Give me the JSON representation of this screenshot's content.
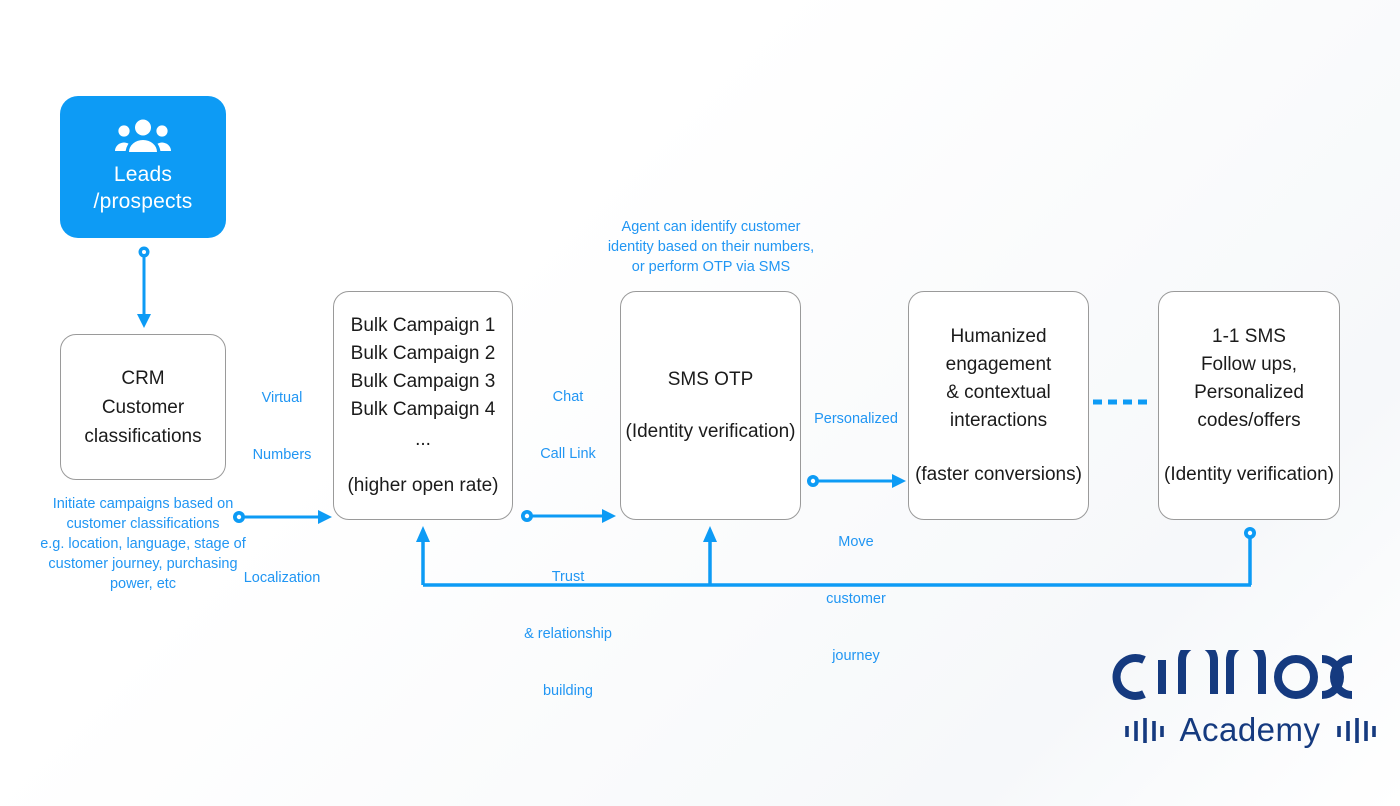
{
  "diagram": {
    "title": "CINNOX customer engagement journey flow",
    "colors": {
      "accent_blue": "#0d9bf5",
      "label_blue": "#2196f3",
      "box_border": "#9a9a9a",
      "box_text": "#1b1b1b",
      "logo_navy": "#153a7f",
      "background": "#ffffff"
    },
    "leads_card": {
      "icon": "people-group-icon",
      "line1": "Leads",
      "line2": "/prospects"
    },
    "nodes": [
      {
        "id": "crm",
        "lines": [
          "CRM",
          "Customer",
          "classifications"
        ],
        "sub": "",
        "caption": "Initiate campaigns based on customer classifications e.g. location, language, stage of customer journey, purchasing power, etc"
      },
      {
        "id": "bulk",
        "lines": [
          "Bulk Campaign 1",
          "Bulk Campaign 2",
          "Bulk Campaign 3",
          "Bulk Campaign 4"
        ],
        "dots": "...",
        "sub": "(higher open rate)"
      },
      {
        "id": "sms-otp",
        "lines": [
          "SMS OTP"
        ],
        "sub": "(Identity verification)"
      },
      {
        "id": "humanized",
        "lines": [
          "Humanized",
          "engagement",
          "& contextual",
          "interactions"
        ],
        "sub": "(faster conversions)"
      },
      {
        "id": "one-to-one-sms",
        "lines": [
          "1-1 SMS",
          "Follow ups,",
          "Personalized",
          "codes/offers"
        ],
        "sub": "(Identity verification)"
      }
    ],
    "captions": {
      "crm_note_line1": "Initiate campaigns based on",
      "crm_note_line2": "customer classifications",
      "crm_note_line3": "e.g. location, language, stage of",
      "crm_note_line4": "customer journey, purchasing",
      "crm_note_line5": "power, etc",
      "agent_note_line1": "Agent can identify customer",
      "agent_note_line2": "identity based on their numbers,",
      "agent_note_line3": "or perform OTP via SMS"
    },
    "connectors": [
      {
        "id": "leads-to-crm",
        "style": "solid-arrow-down",
        "top_label": "",
        "bottom_label": ""
      },
      {
        "id": "crm-to-bulk",
        "style": "solid-arrow-right",
        "top_label_line1": "Virtual",
        "top_label_line2": "Numbers",
        "bottom_label_line1": "Localization"
      },
      {
        "id": "bulk-to-otp",
        "style": "solid-arrow-right",
        "top_label_line1": "Chat",
        "top_label_line2": "Call Link",
        "bottom_label_line1": "Trust",
        "bottom_label_line2": "& relationship",
        "bottom_label_line3": "building"
      },
      {
        "id": "otp-to-humanized",
        "style": "solid-arrow-right",
        "top_label_line1": "Personalized",
        "bottom_label_line1": "Move",
        "bottom_label_line2": "customer",
        "bottom_label_line3": "journey"
      },
      {
        "id": "humanized-to-sms",
        "style": "dashed",
        "top_label": "",
        "bottom_label": ""
      },
      {
        "id": "feedback-loop",
        "style": "elbow-line-with-two-up-arrows",
        "from": "one-to-one-sms",
        "to": [
          "bulk",
          "sms-otp"
        ]
      }
    ],
    "logo": {
      "wordmark": "cinnox",
      "sub": "Academy",
      "left_mark": "sound-wave-icon",
      "right_mark": "sound-wave-icon"
    }
  }
}
